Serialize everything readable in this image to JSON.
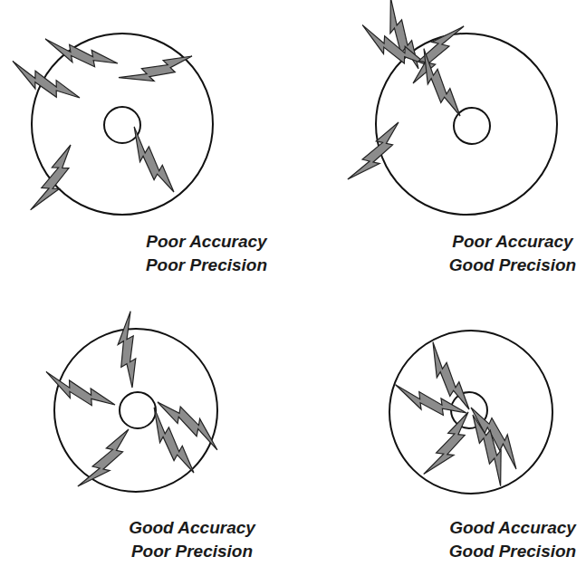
{
  "diagram": {
    "labels": [
      "Poor Accuracy",
      "Poor Precision",
      "Poor Accuracy",
      "Good Precision",
      "Good Accuracy",
      "Poor Precision",
      "Good Accuracy",
      "Good Precision"
    ]
  }
}
